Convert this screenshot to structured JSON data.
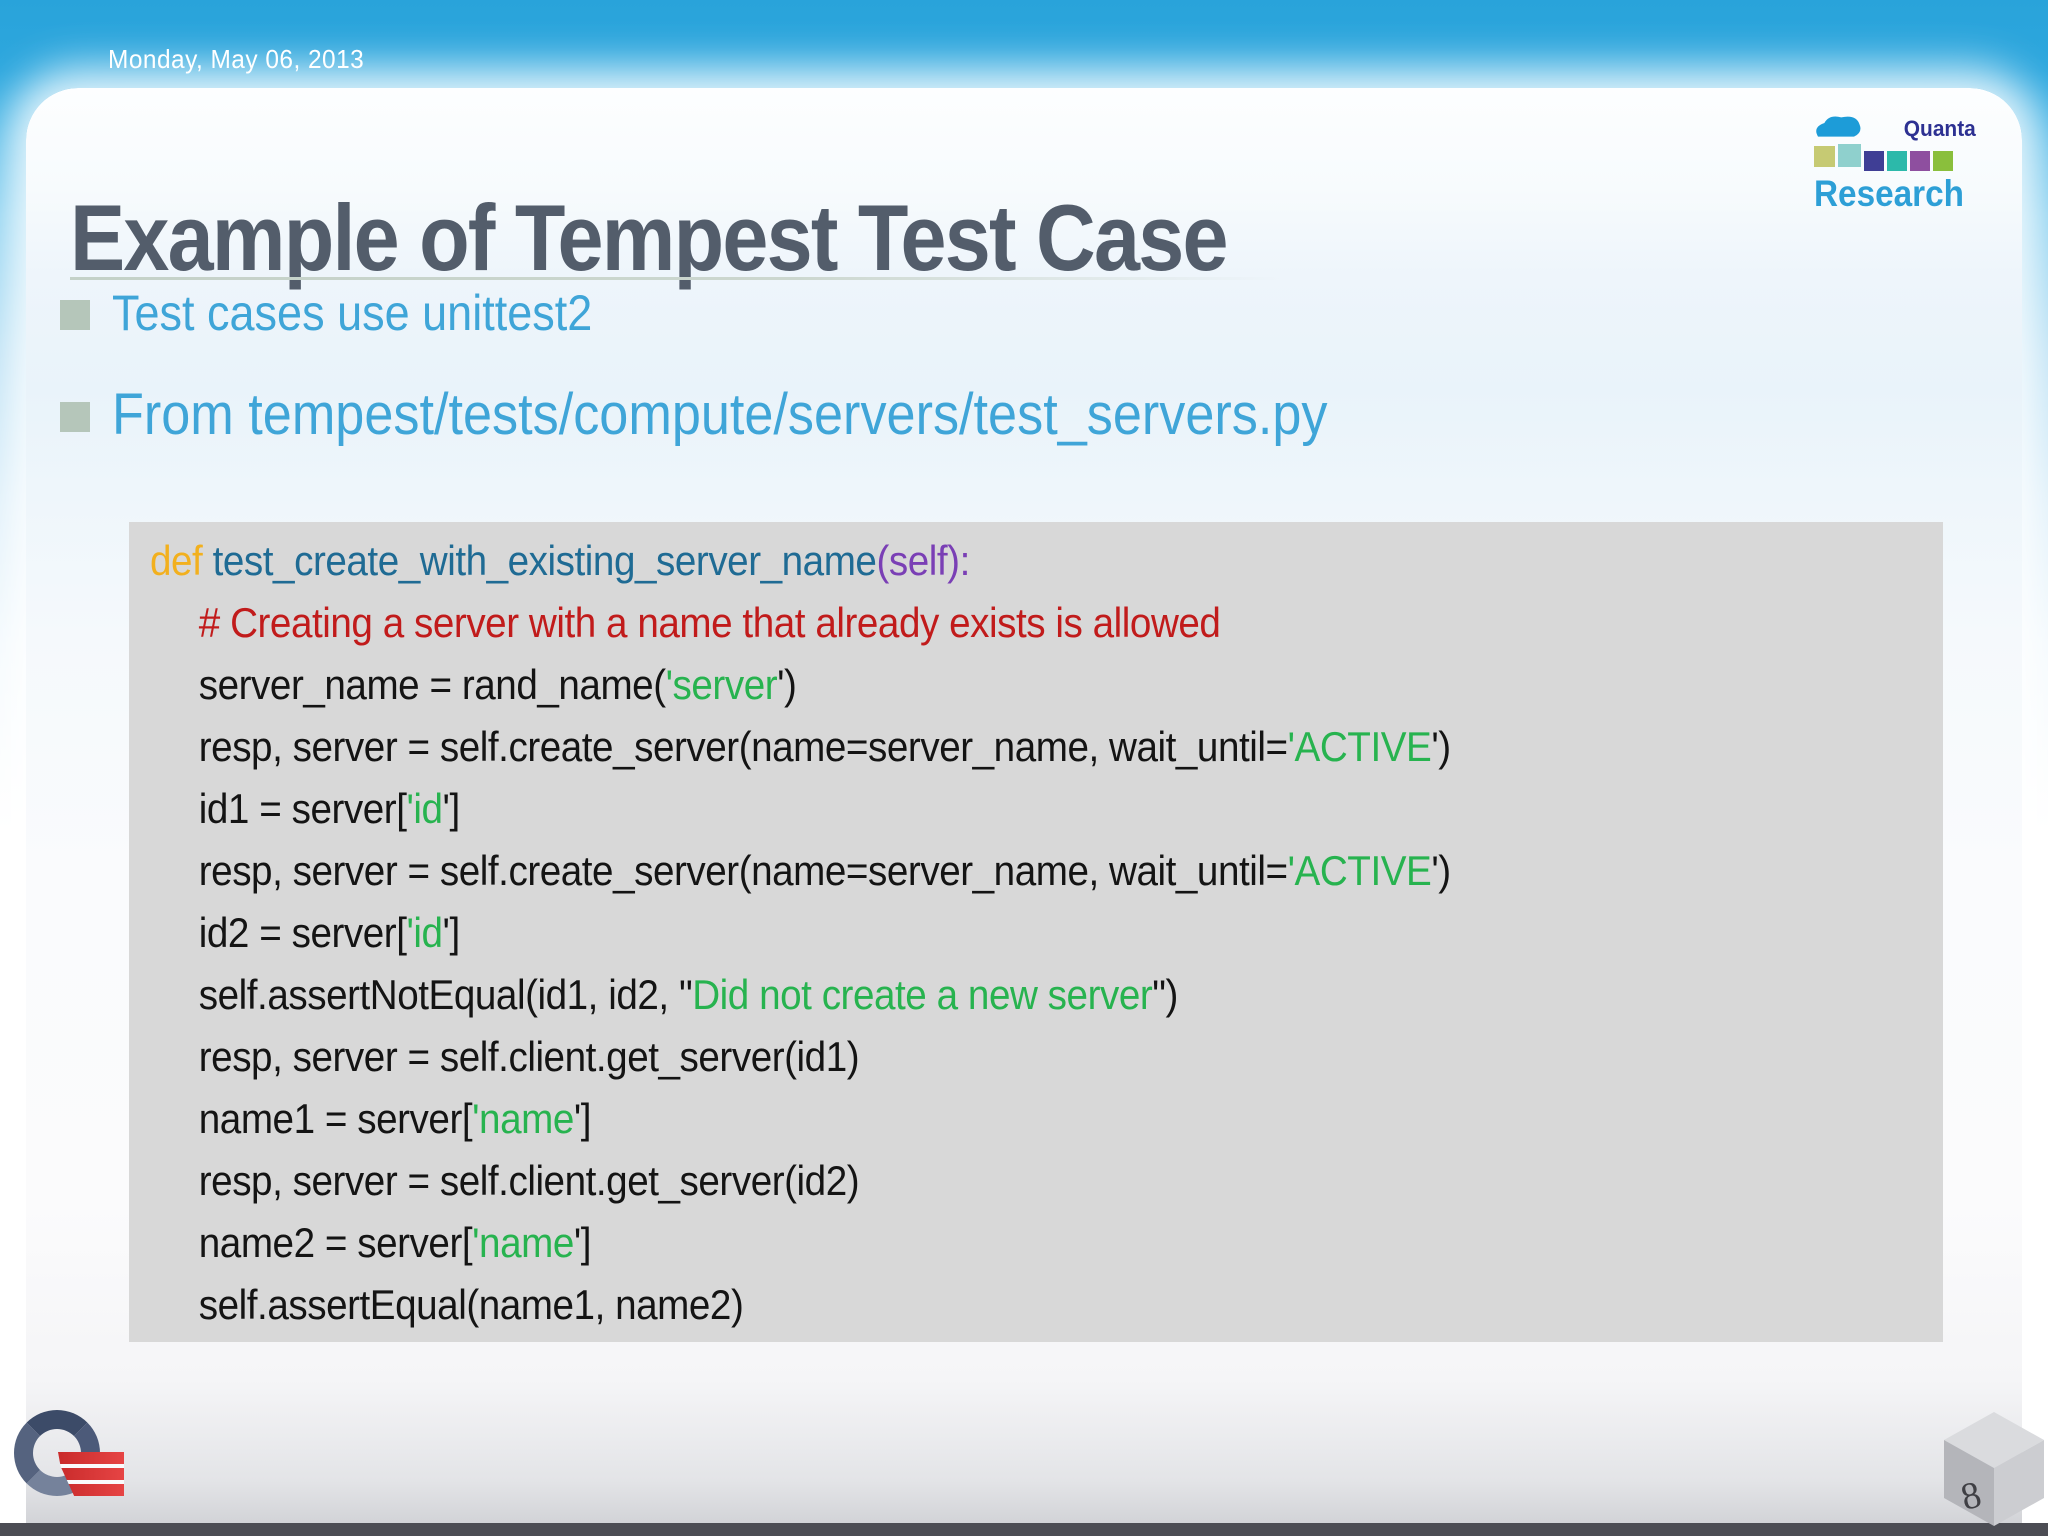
{
  "slide": {
    "date": "Monday, May 06, 2013",
    "title": "Example of Tempest Test Case",
    "bullets": [
      {
        "text": "Test cases use unittest2"
      },
      {
        "text": "From tempest/tests/compute/servers/test_servers.py"
      }
    ],
    "page_number": "8",
    "colors": {
      "frame_blue": "#2aa4db",
      "title_gray": "#535d6b",
      "bullet_text_blue": "#3fa5d8",
      "bullet_marker_sage": "#b5c6ba",
      "underline_sage": "#ccd7cf",
      "bottom_strip": "#4c4d54"
    }
  },
  "logo": {
    "brand_top": "Quanta",
    "brand_bottom": "Research",
    "cloud_color": "#1d9cd8",
    "brand_top_color": "#2d3192",
    "brand_bottom_color": "#2d9fd6",
    "squares": [
      "#c6ca73",
      "#8fd0cd",
      "#3f3e95",
      "#2cb9aa",
      "#8e4f9f",
      "#8abf3c"
    ],
    "q_ring_color": "#46546e",
    "q_stripe_color": "#d93131"
  },
  "code": {
    "background": "#d8d8d8",
    "colors": {
      "kw": "#f2b01e",
      "fn": "#1f6b94",
      "slf": "#7a3fb5",
      "cm": "#c11b1b",
      "str": "#27b34f",
      "pl": "#141414"
    },
    "lines": [
      {
        "indent": false,
        "segments": [
          {
            "c": "kw",
            "t": "def "
          },
          {
            "c": "fn",
            "t": "test_create_with_existing_server_name"
          },
          {
            "c": "slf",
            "t": "(self):"
          }
        ]
      },
      {
        "indent": true,
        "segments": [
          {
            "c": "cm",
            "t": "# Creating a server with a name that already exists is allowed"
          }
        ]
      },
      {
        "indent": true,
        "segments": [
          {
            "c": "pl",
            "t": "server_name = rand_name("
          },
          {
            "c": "str",
            "t": "'server"
          },
          {
            "c": "pl",
            "t": "')"
          }
        ]
      },
      {
        "indent": true,
        "segments": [
          {
            "c": "pl",
            "t": "resp, server = self.create_server(name=server_name, wait_until="
          },
          {
            "c": "str",
            "t": "'ACTIVE"
          },
          {
            "c": "pl",
            "t": "')"
          }
        ]
      },
      {
        "indent": true,
        "segments": [
          {
            "c": "pl",
            "t": "id1 = server["
          },
          {
            "c": "str",
            "t": "'id"
          },
          {
            "c": "pl",
            "t": "']"
          }
        ]
      },
      {
        "indent": true,
        "segments": [
          {
            "c": "pl",
            "t": "resp, server = self.create_server(name=server_name, wait_until="
          },
          {
            "c": "str",
            "t": "'ACTIVE"
          },
          {
            "c": "pl",
            "t": "')"
          }
        ]
      },
      {
        "indent": true,
        "segments": [
          {
            "c": "pl",
            "t": "id2 = server["
          },
          {
            "c": "str",
            "t": "'id"
          },
          {
            "c": "pl",
            "t": "']"
          }
        ]
      },
      {
        "indent": true,
        "segments": [
          {
            "c": "pl",
            "t": "self.assertNotEqual(id1, id2, \""
          },
          {
            "c": "str",
            "t": "Did not create a new server"
          },
          {
            "c": "pl",
            "t": "\")"
          }
        ]
      },
      {
        "indent": true,
        "segments": [
          {
            "c": "pl",
            "t": "resp, server = self.client.get_server(id1)"
          }
        ]
      },
      {
        "indent": true,
        "segments": [
          {
            "c": "pl",
            "t": "name1 = server["
          },
          {
            "c": "str",
            "t": "'name"
          },
          {
            "c": "pl",
            "t": "']"
          }
        ]
      },
      {
        "indent": true,
        "segments": [
          {
            "c": "pl",
            "t": "resp, server = self.client.get_server(id2)"
          }
        ]
      },
      {
        "indent": true,
        "segments": [
          {
            "c": "pl",
            "t": "name2 = server["
          },
          {
            "c": "str",
            "t": "'name"
          },
          {
            "c": "pl",
            "t": "']"
          }
        ]
      },
      {
        "indent": true,
        "segments": [
          {
            "c": "pl",
            "t": "self.assertEqual(name1, name2)"
          }
        ]
      }
    ]
  }
}
